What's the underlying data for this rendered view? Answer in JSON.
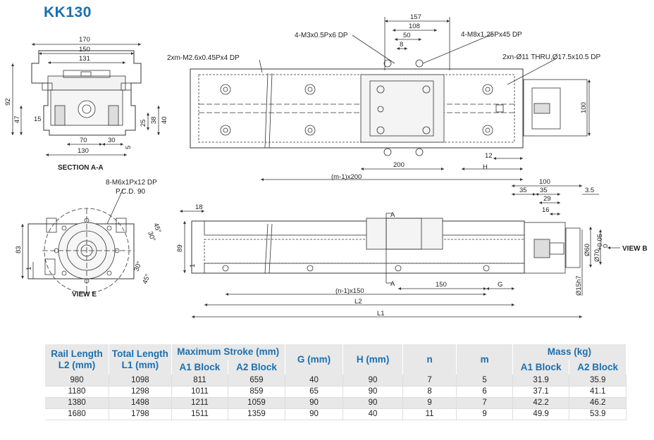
{
  "title": "KK130",
  "section_view": {
    "caption": "SECTION A-A",
    "dims": [
      "170",
      "150",
      "131",
      "92",
      "47",
      "15",
      "38",
      "40",
      "25",
      "70",
      "30",
      "130",
      "5"
    ]
  },
  "top_view": {
    "callouts": [
      "2xm-M2.6x0.45Px4 DP",
      "4-M3x0.5Px6 DP",
      "4-M8x1.25Px45 DP",
      "2xn-Ø11 THRU,Ø17.5x10.5 DP"
    ],
    "dims": [
      "157",
      "108",
      "50",
      "8",
      "100",
      "12",
      "H",
      "200",
      "(m-1)x200"
    ]
  },
  "view_e": {
    "caption": "VIEW E",
    "callouts": [
      "8-M6x1Px12 DP",
      "P.C.D. 90"
    ],
    "dims": [
      "83",
      "1",
      "45°",
      "30°",
      "30°",
      "45°"
    ]
  },
  "side_view": {
    "dims": [
      "18",
      "89",
      "1",
      "A",
      "A",
      "150",
      "G",
      "(n-1)x150",
      "L2",
      "L1",
      "100",
      "35",
      "35",
      "29",
      "16",
      "3.5",
      "Ø15h7",
      "Ø60",
      "Ø70",
      "+0.05",
      "0"
    ],
    "view_b": "VIEW B"
  },
  "table": {
    "headers": {
      "rail_length": [
        "Rail Length",
        "L2 (mm)"
      ],
      "total_length": [
        "Total Length",
        "L1 (mm)"
      ],
      "max_stroke": "Maximum  Stroke (mm)",
      "a1": "A1 Block",
      "a2": "A2 Block",
      "g": "G (mm)",
      "h": "H (mm)",
      "n": "n",
      "m": "m",
      "mass": "Mass (kg)",
      "mass_a1": "A1 Block",
      "mass_a2": "A2 Block"
    },
    "rows": [
      [
        "980",
        "1098",
        "811",
        "659",
        "40",
        "90",
        "7",
        "5",
        "31.9",
        "35.9"
      ],
      [
        "1180",
        "1298",
        "1011",
        "859",
        "65",
        "90",
        "8",
        "6",
        "37.1",
        "41.1"
      ],
      [
        "1380",
        "1498",
        "1211",
        "1059",
        "90",
        "90",
        "9",
        "7",
        "42.2",
        "46.2"
      ],
      [
        "1680",
        "1798",
        "1511",
        "1359",
        "90",
        "40",
        "11",
        "9",
        "49.9",
        "53.9"
      ]
    ]
  }
}
